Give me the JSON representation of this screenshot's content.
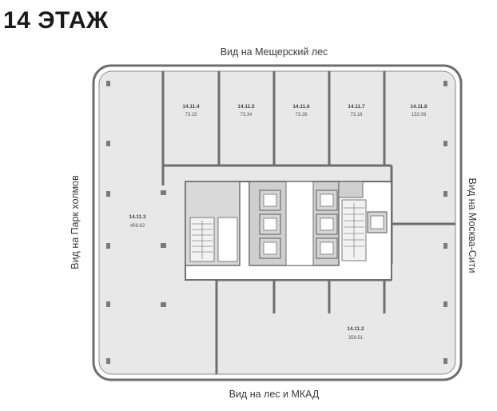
{
  "floor": {
    "title": "14 ЭТАЖ"
  },
  "views": {
    "top": "Вид на Мещерский лес",
    "bottom": "Вид на лес и МКАД",
    "left": "Вид на Парк холмов",
    "right": "Вид на Москва-Сити"
  },
  "units": [
    {
      "id": "14.11.4",
      "area": "73.15"
    },
    {
      "id": "14.11.5",
      "area": "73.34"
    },
    {
      "id": "14.11.6",
      "area": "73.26"
    },
    {
      "id": "14.11.7",
      "area": "73.18"
    },
    {
      "id": "14.11.8",
      "area": "152.08"
    },
    {
      "id": "14.11.3",
      "area": "408.62"
    },
    {
      "id": "14.11.2",
      "area": "358.51"
    }
  ],
  "colors": {
    "floor_fill": "#e8e8e8",
    "wall": "#6e6e6e",
    "core_fill": "#ffffff",
    "shaft": "#cfcfcf",
    "elevator_fill": "#d6d6d6"
  }
}
